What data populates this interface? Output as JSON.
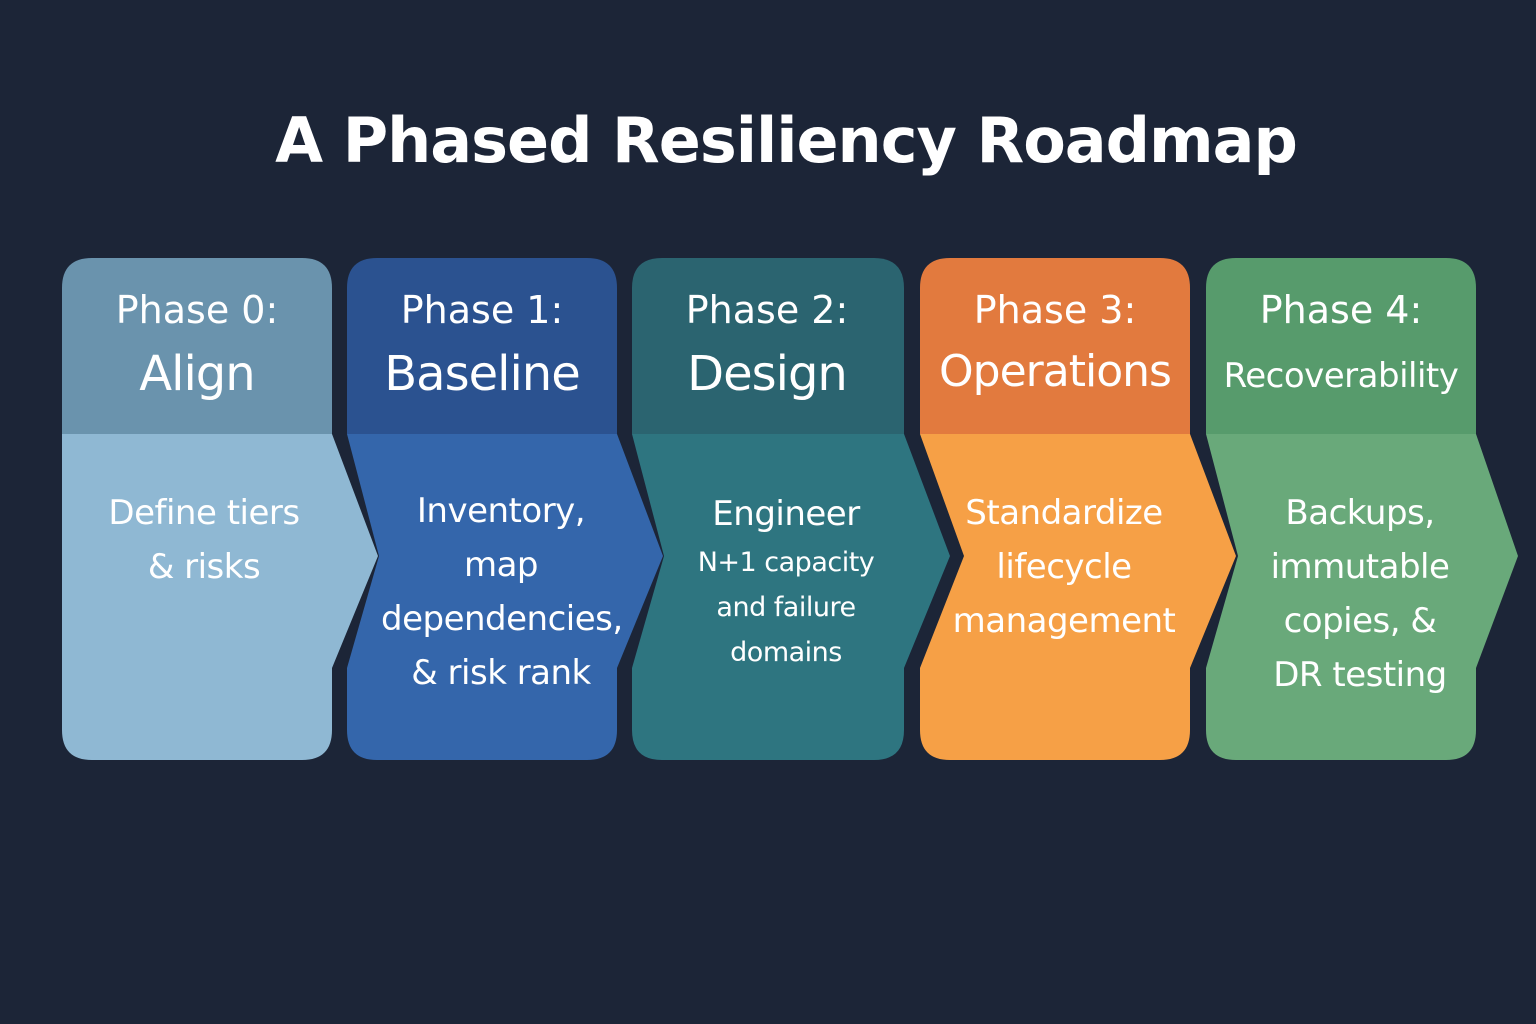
{
  "title": "A Phased Resiliency Roadmap",
  "phases": [
    {
      "number": "Phase 0:",
      "name": "Align",
      "description": [
        "Define tiers",
        "& risks"
      ],
      "colors": {
        "head": "#6a93ad",
        "body": "#8fb8d3"
      }
    },
    {
      "number": "Phase 1:",
      "name": "Baseline",
      "description": [
        "Inventory,",
        "map",
        "dependencies,",
        "& risk rank"
      ],
      "colors": {
        "head": "#2b5290",
        "body": "#3466ab"
      }
    },
    {
      "number": "Phase 2:",
      "name": "Design",
      "description": [
        "Engineer",
        "N+1 capacity",
        "and failure",
        "domains"
      ],
      "colors": {
        "head": "#2b6470",
        "body": "#2e7580"
      }
    },
    {
      "number": "Phase 3:",
      "name": "Operations",
      "description": [
        "Standardize",
        "lifecycle",
        "management"
      ],
      "colors": {
        "head": "#e27a3e",
        "body": "#f6a046"
      }
    },
    {
      "number": "Phase 4:",
      "name": "Recoverability",
      "description": [
        "Backups,",
        "immutable",
        "copies, &",
        "DR testing"
      ],
      "colors": {
        "head": "#579b6c",
        "body": "#69a97a"
      }
    }
  ]
}
